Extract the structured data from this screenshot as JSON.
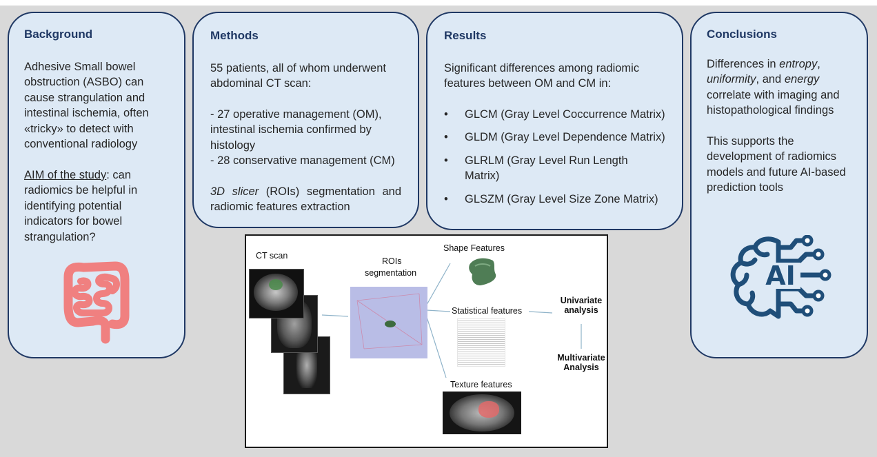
{
  "background": {
    "title": "Background",
    "text": "Adhesive Small bowel obstruction (ASBO) can cause strangulation and intestinal ischemia, often «tricky» to detect with conventional radiology",
    "aim_label": "AIM of the study",
    "aim_text": ": can radiomics be helpful in identifying potential indicators for bowel strangulation?",
    "icon": "intestine-icon",
    "icon_color": "#f08080"
  },
  "methods": {
    "title": "Methods",
    "intro": "55 patients, all of whom underwent abdominal CT scan:",
    "group1": "- 27 operative management (OM), intestinal ischemia confirmed by histology",
    "group2": "- 28 conservative management (CM)",
    "tool": "3D slicer",
    "tool_rest": " (ROIs) segmentation and radiomic features extraction"
  },
  "results": {
    "title": "Results",
    "intro": "Significant differences among radiomic features between OM and CM in:",
    "items": [
      "GLCM (Gray Level Coccurrence Matrix)",
      "GLDM (Gray Level Dependence Matrix)",
      "GLRLM (Gray Level Run Length Matrix)",
      "GLSZM (Gray Level Size Zone Matrix)"
    ]
  },
  "conclusions": {
    "title": "Conclusions",
    "p1_a": "Differences in ",
    "p1_entropy": "entropy",
    "p1_b": ", ",
    "p1_uniformity": "uniformity",
    "p1_c": ", and ",
    "p1_energy": "energy",
    "p1_d": " correlate with imaging and histopathological findings",
    "p2": "This supports the development of radiomics models and future AI-based prediction tools",
    "icon": "ai-brain-icon",
    "icon_text": "AI",
    "icon_color": "#1f4e79"
  },
  "workflow": {
    "ct_scan": "CT scan",
    "rois_line1": "ROIs",
    "rois_line2": "segmentation",
    "shape": "Shape Features",
    "statistical": "Statistical features",
    "texture": "Texture features",
    "univariate_line1": "Univariate",
    "univariate_line2": "analysis",
    "multivariate_line1": "Multivariate",
    "multivariate_line2": "Analysis"
  },
  "colors": {
    "panel_fill": "#dde9f5",
    "panel_border": "#1f3864",
    "title": "#1f3864",
    "page_bg": "#d9d9d9"
  }
}
